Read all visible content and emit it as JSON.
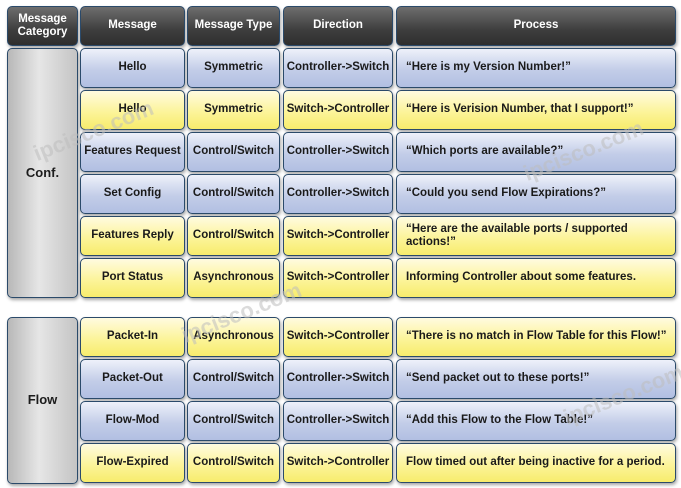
{
  "headers": {
    "category": "Message Category",
    "message": "Message",
    "type": "Message Type",
    "direction": "Direction",
    "process": "Process"
  },
  "categories": {
    "conf": "Conf.",
    "flow": "Flow"
  },
  "rows": [
    {
      "message": "Hello",
      "type": "Symmetric",
      "direction": "Controller->Switch",
      "process": "“Here is my Version Number!”",
      "color": "blue"
    },
    {
      "message": "Hello",
      "type": "Symmetric",
      "direction": "Switch->Controller",
      "process": "“Here is Verision Number, that I support!”",
      "color": "yellow"
    },
    {
      "message": "Features Request",
      "type": "Control/Switch",
      "direction": "Controller->Switch",
      "process": "“Which ports are available?”",
      "color": "blue"
    },
    {
      "message": "Set Config",
      "type": "Control/Switch",
      "direction": "Controller->Switch",
      "process": "“Could you send Flow Expirations?”",
      "color": "blue"
    },
    {
      "message": "Features Reply",
      "type": "Control/Switch",
      "direction": "Switch->Controller",
      "process": "“Here are the available ports / supported actions!”",
      "color": "yellow"
    },
    {
      "message": "Port Status",
      "type": "Asynchronous",
      "direction": "Switch->Controller",
      "process": "Informing Controller about some features.",
      "color": "yellow"
    },
    {
      "message": "Packet-In",
      "type": "Asynchronous",
      "direction": "Switch->Controller",
      "process": "“There is no match in Flow Table for this Flow!”",
      "color": "yellow"
    },
    {
      "message": "Packet-Out",
      "type": "Control/Switch",
      "direction": "Controller->Switch",
      "process": "“Send packet out to  these ports!”",
      "color": "blue"
    },
    {
      "message": "Flow-Mod",
      "type": "Control/Switch",
      "direction": "Controller->Switch",
      "process": "“Add this Flow to the Flow Table!”",
      "color": "blue"
    },
    {
      "message": "Flow-Expired",
      "type": "Control/Switch",
      "direction": "Switch->Controller",
      "process": "Flow timed out  after being inactive for a period.",
      "color": "yellow"
    }
  ],
  "watermark": "ipcisco.com",
  "colors": {
    "header": "#3e3e3e",
    "blue_row": "#c3cde8",
    "yellow_row": "#fcf49a",
    "category": "#d8d8d8",
    "border": "#2b4a6a"
  }
}
